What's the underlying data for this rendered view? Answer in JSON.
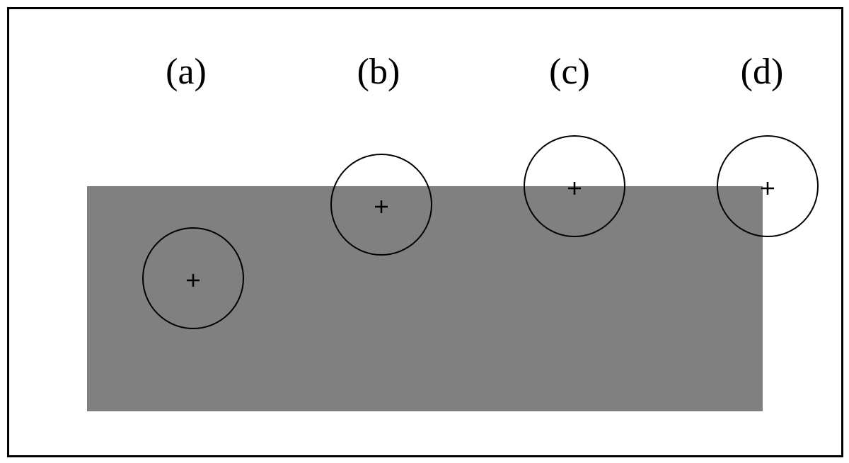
{
  "labels": {
    "a": "(a)",
    "b": "(b)",
    "c": "(c)",
    "d": "(d)"
  },
  "colors": {
    "region": "#808080",
    "frame": "#000000",
    "circle": "#000000",
    "marker": "#000000",
    "background": "#ffffff"
  }
}
